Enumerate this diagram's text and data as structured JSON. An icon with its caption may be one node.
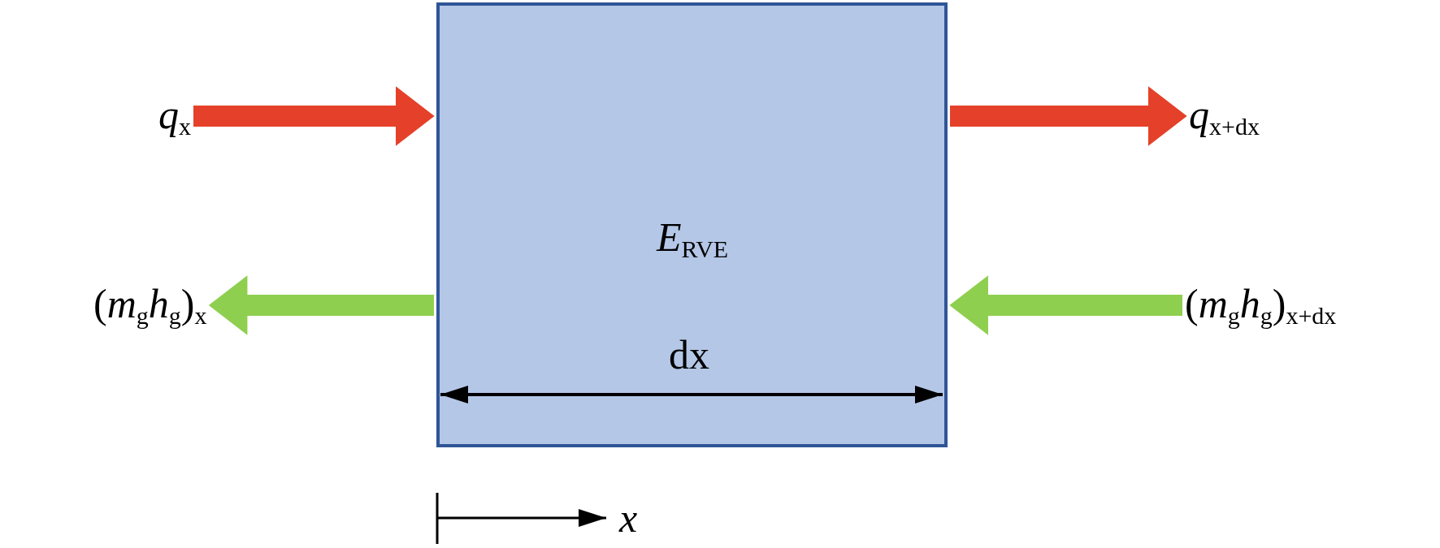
{
  "diagram": {
    "nodes": [
      {
        "text": [
          "*E*$_{RVE}$"
        ]
      },
      {
        "text": [
          "*q*$_{x}$"
        ]
      },
      {
        "text": [
          "*q*$_{x+dx}$"
        ]
      },
      {
        "text": [
          "(*m*$_{g}$*h*$_{g}$)$_{x}$"
        ]
      },
      {
        "text": [
          "(*m*$_{g}$*h*$_{g}$)$_{x+dx}$"
        ]
      }
    ],
    "edges": [
      {
        "from": 1,
        "to": 0,
        "arrow": "to",
        "style": "thick",
        "color": "#e5412a"
      },
      {
        "from": 0,
        "to": 2,
        "arrow": "to",
        "style": "thick",
        "color": "#e5412a"
      },
      {
        "from": 0,
        "to": 3,
        "arrow": "to",
        "style": "thick",
        "color": "#8fcf4f"
      },
      {
        "from": 4,
        "to": 0,
        "arrow": "to",
        "style": "thick",
        "color": "#8fcf4f"
      }
    ],
    "labels": [
      "dx",
      "*x*"
    ]
  }
}
